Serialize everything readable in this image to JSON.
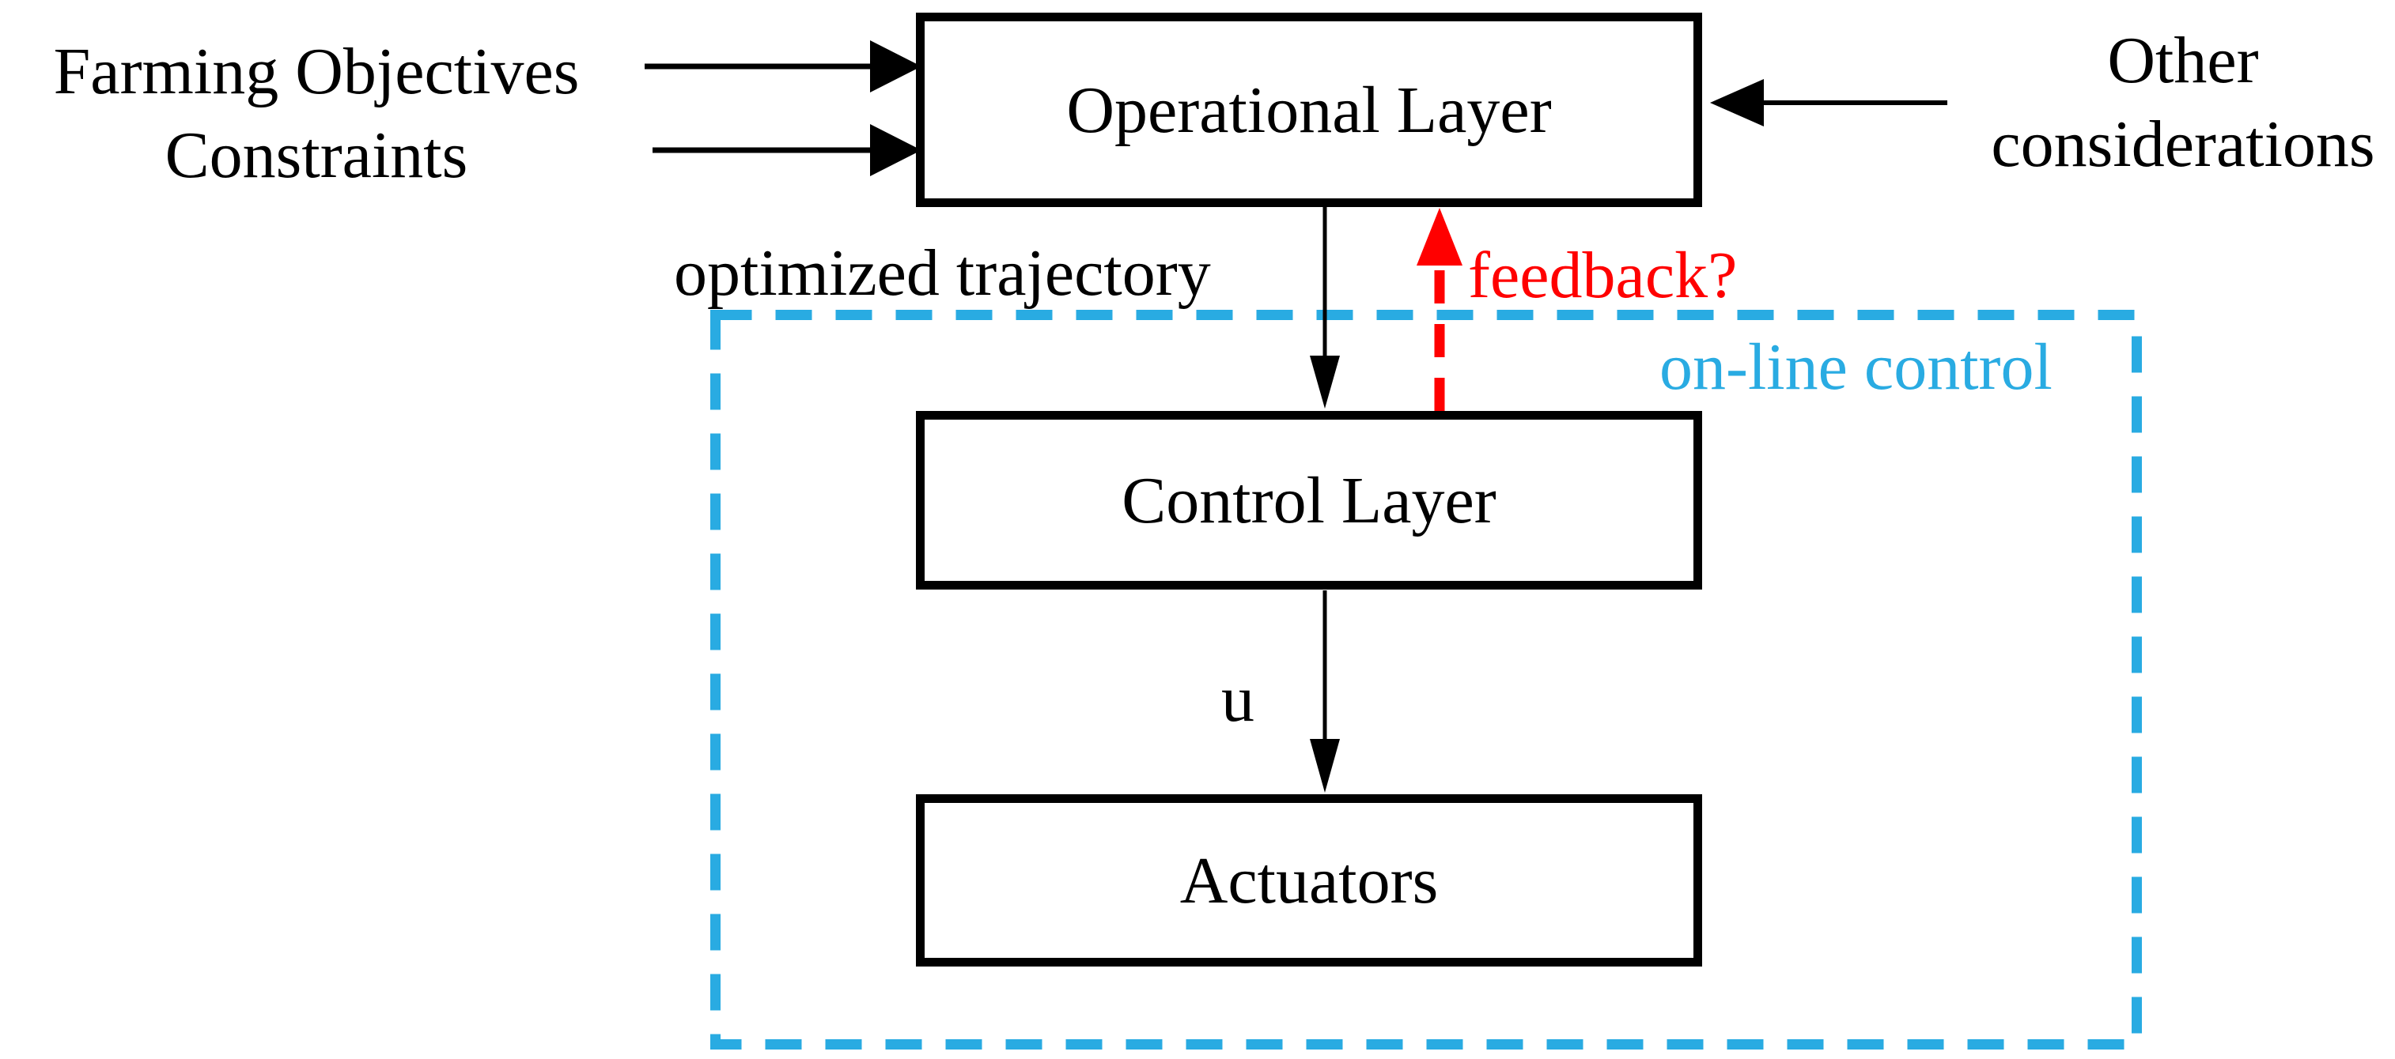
{
  "colors": {
    "accent_blue": "#29ABE2",
    "alert_red": "#FF0000",
    "ink": "#000000"
  },
  "nodes": {
    "operational": {
      "label": "Operational Layer"
    },
    "control": {
      "label": "Control Layer"
    },
    "actuators": {
      "label": "Actuators"
    }
  },
  "external_inputs": {
    "farming_objectives": {
      "label": "Farming Objectives"
    },
    "constraints": {
      "label": "Constraints"
    },
    "other_considerations": {
      "line1": "Other",
      "line2": "considerations"
    }
  },
  "edge_labels": {
    "optimized_trajectory": {
      "label": "optimized trajectory"
    },
    "feedback": {
      "label": "feedback?"
    },
    "control_signal": {
      "label": "u"
    },
    "online_control_region": {
      "label": "on-line control"
    }
  }
}
